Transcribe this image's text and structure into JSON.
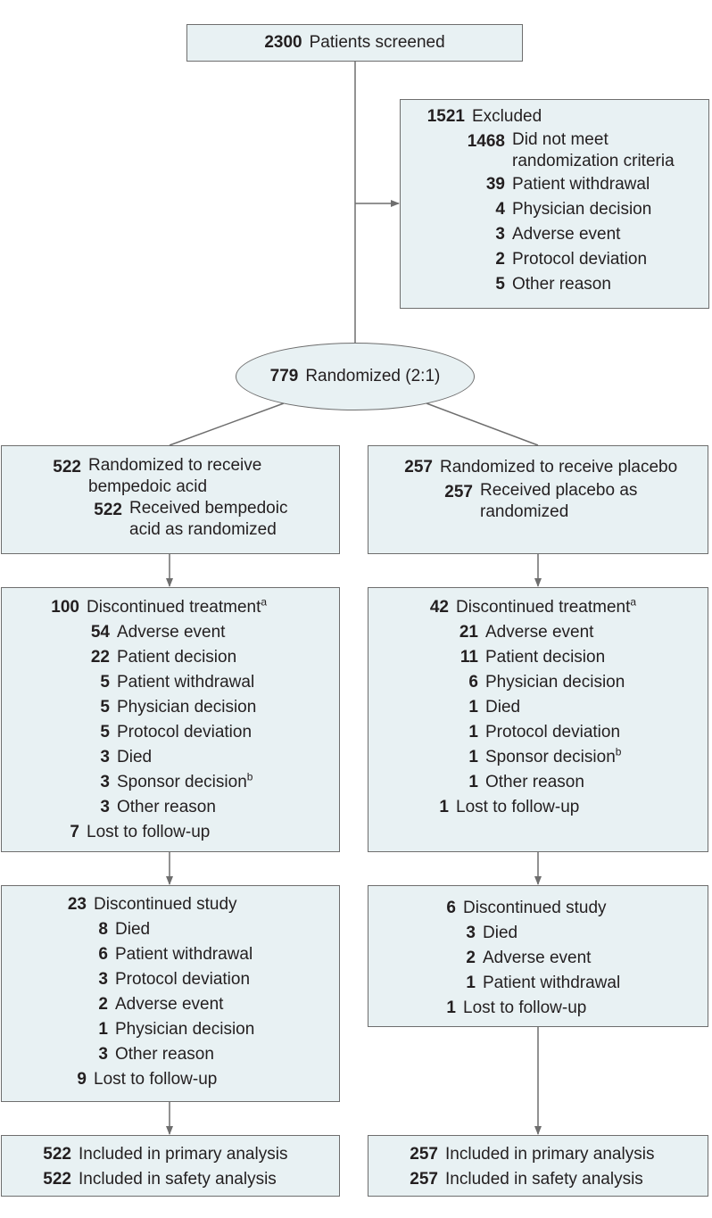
{
  "screened": {
    "count": "2300",
    "label": "Patients screened"
  },
  "excluded": {
    "count": "1521",
    "label": "Excluded",
    "items": [
      {
        "count": "1468",
        "label": "Did not meet",
        "label2": "randomization criteria"
      },
      {
        "count": "39",
        "label": "Patient withdrawal"
      },
      {
        "count": "4",
        "label": "Physician decision"
      },
      {
        "count": "3",
        "label": "Adverse event"
      },
      {
        "count": "2",
        "label": "Protocol deviation"
      },
      {
        "count": "5",
        "label": "Other reason"
      }
    ]
  },
  "randomized": {
    "count": "779",
    "label": "Randomized (2:1)"
  },
  "left": {
    "alloc": {
      "count": "522",
      "label": "Randomized to receive",
      "label2": "bempedoic acid",
      "sub": {
        "count": "522",
        "label": "Received bempedoic",
        "label2": "acid as randomized"
      }
    },
    "disc_treatment": {
      "count": "100",
      "label": "Discontinued treatment",
      "sup": "a",
      "items": [
        {
          "count": "54",
          "label": "Adverse event"
        },
        {
          "count": "22",
          "label": "Patient decision"
        },
        {
          "count": "5",
          "label": "Patient withdrawal"
        },
        {
          "count": "5",
          "label": "Physician decision"
        },
        {
          "count": "5",
          "label": "Protocol deviation"
        },
        {
          "count": "3",
          "label": "Died"
        },
        {
          "count": "3",
          "label": "Sponsor decision",
          "sup": "b"
        },
        {
          "count": "3",
          "label": "Other reason"
        }
      ],
      "lost": {
        "count": "7",
        "label": "Lost to follow-up"
      }
    },
    "disc_study": {
      "count": "23",
      "label": "Discontinued study",
      "items": [
        {
          "count": "8",
          "label": "Died"
        },
        {
          "count": "6",
          "label": "Patient withdrawal"
        },
        {
          "count": "3",
          "label": "Protocol deviation"
        },
        {
          "count": "2",
          "label": "Adverse event"
        },
        {
          "count": "1",
          "label": "Physician decision"
        },
        {
          "count": "3",
          "label": "Other reason"
        }
      ],
      "lost": {
        "count": "9",
        "label": "Lost to follow-up"
      }
    },
    "analysis": [
      {
        "count": "522",
        "label": "Included in primary analysis"
      },
      {
        "count": "522",
        "label": "Included in safety analysis"
      }
    ]
  },
  "right": {
    "alloc": {
      "count": "257",
      "label": "Randomized to receive placebo",
      "sub": {
        "count": "257",
        "label": "Received placebo as",
        "label2": "randomized"
      }
    },
    "disc_treatment": {
      "count": "42",
      "label": "Discontinued treatment",
      "sup": "a",
      "items": [
        {
          "count": "21",
          "label": "Adverse event"
        },
        {
          "count": "11",
          "label": "Patient decision"
        },
        {
          "count": "6",
          "label": "Physician decision"
        },
        {
          "count": "1",
          "label": "Died"
        },
        {
          "count": "1",
          "label": "Protocol deviation"
        },
        {
          "count": "1",
          "label": "Sponsor decision",
          "sup": "b"
        },
        {
          "count": "1",
          "label": "Other reason"
        }
      ],
      "lost": {
        "count": "1",
        "label": "Lost to follow-up"
      }
    },
    "disc_study": {
      "count": "6",
      "label": "Discontinued study",
      "items": [
        {
          "count": "3",
          "label": "Died"
        },
        {
          "count": "2",
          "label": "Adverse event"
        },
        {
          "count": "1",
          "label": "Patient withdrawal"
        }
      ],
      "lost": {
        "count": "1",
        "label": "Lost to follow-up"
      }
    },
    "analysis": [
      {
        "count": "257",
        "label": "Included in primary analysis"
      },
      {
        "count": "257",
        "label": "Included in safety analysis"
      }
    ]
  }
}
